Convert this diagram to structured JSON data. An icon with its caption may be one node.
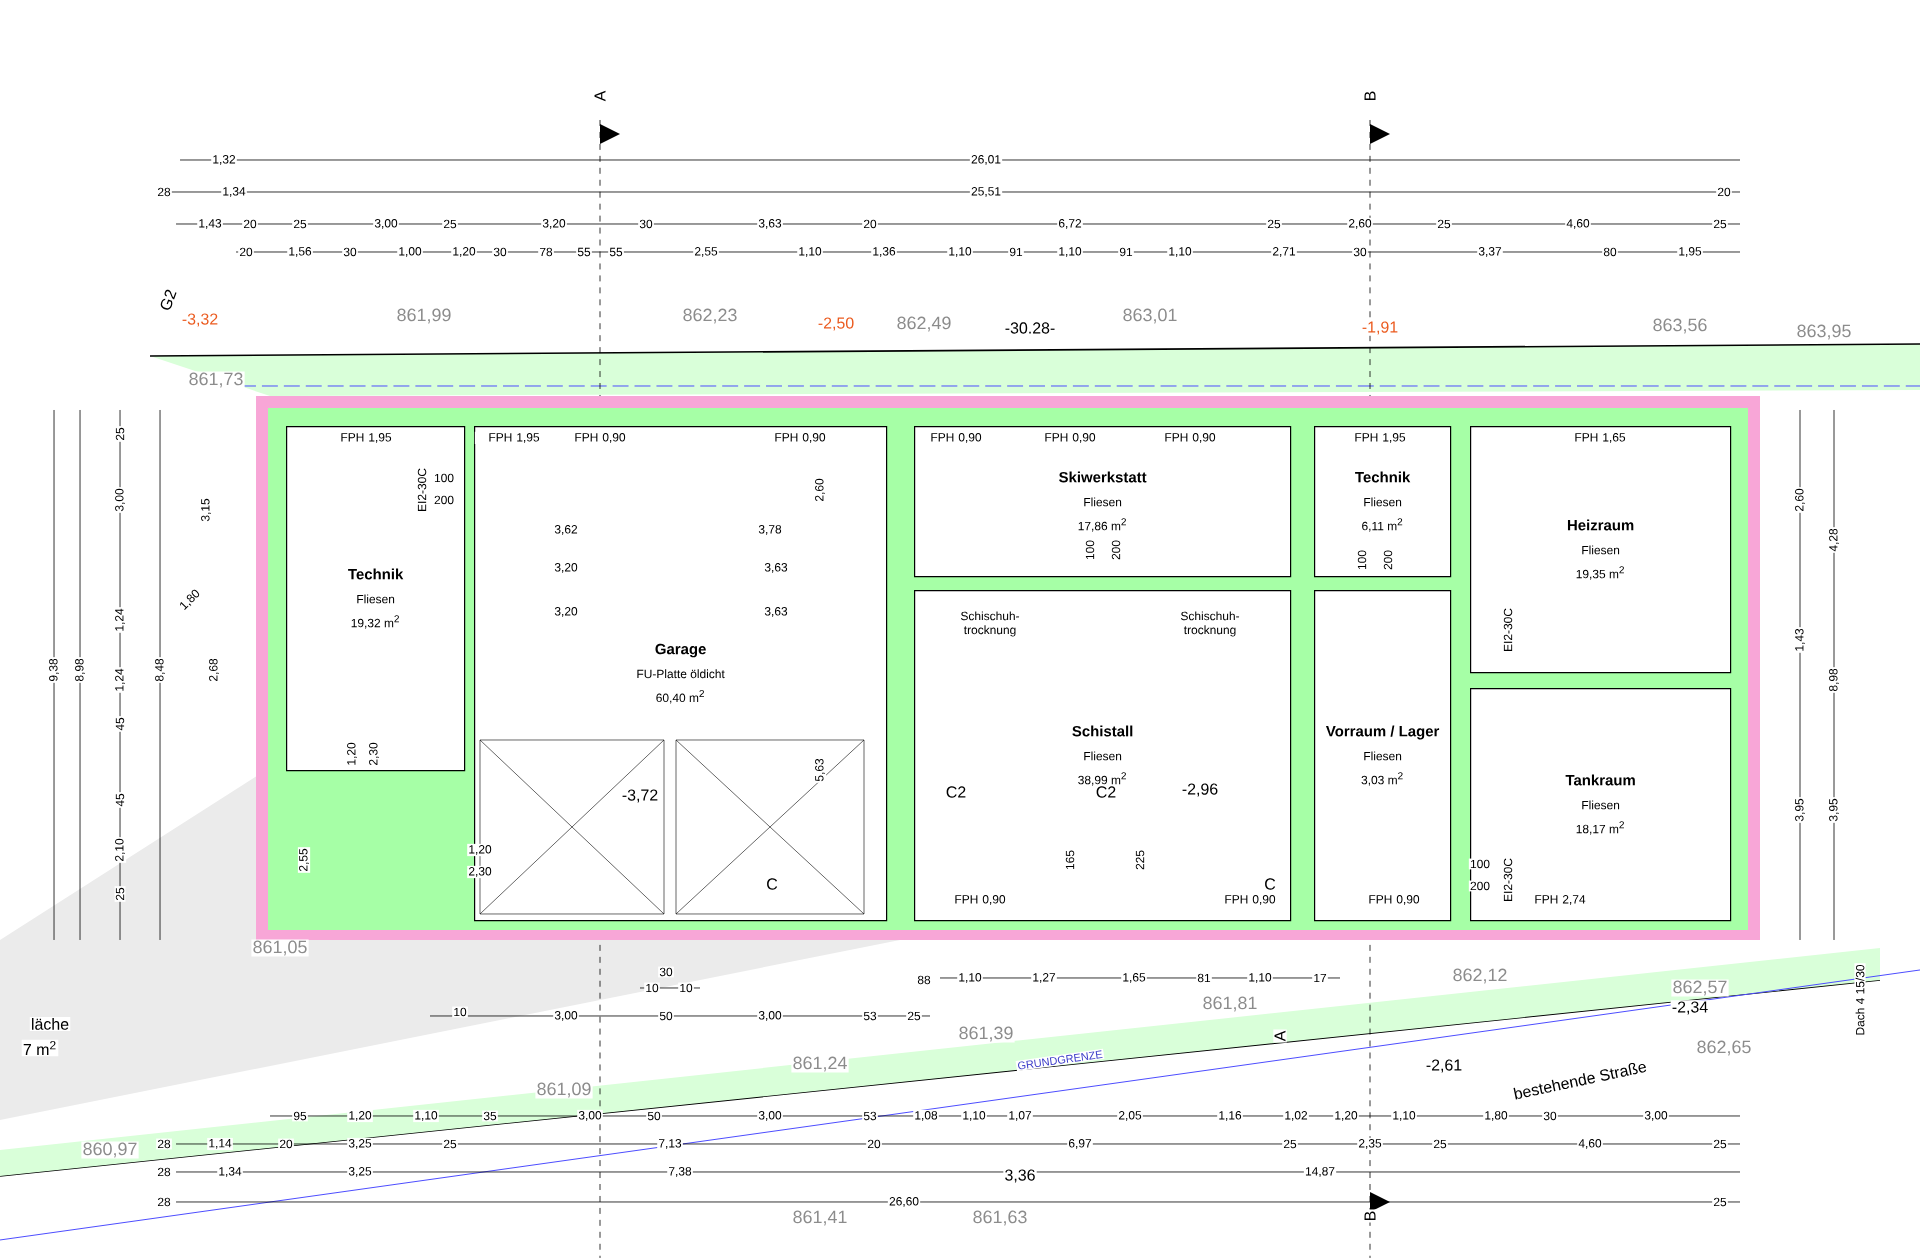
{
  "diagram": {
    "nodes": [
      {
        "text": [
          "Technik",
          "Fliesen",
          "19,32 m$^{2}$"
        ]
      },
      {
        "text": [
          "Garage",
          "FU-Platte öldicht",
          "60,40 m$^{2}$"
        ]
      },
      {
        "text": [
          "Skiwerkstatt",
          "Fliesen",
          "17,86 m$^{2}$"
        ]
      },
      {
        "text": [
          "Schistall",
          "Fliesen",
          "38,99 m$^{2}$"
        ]
      },
      {
        "text": [
          "Technik",
          "Fliesen",
          "6,11 m$^{2}$"
        ]
      },
      {
        "text": [
          "Heizraum",
          "Fliesen",
          "19,35 m$^{2}$"
        ]
      },
      {
        "text": [
          "Vorraum / Lager",
          "Fliesen",
          "3,03 m$^{2}$"
        ]
      },
      {
        "text": [
          "Tankraum",
          "Fliesen",
          "18,17 m$^{2}$"
        ]
      }
    ],
    "labels": [
      "A",
      "B",
      "1,32",
      "26,01",
      "28",
      "1,34",
      "25,51",
      "20",
      "1,43",
      "20",
      "25",
      "3,00",
      "25",
      "3,20",
      "30",
      "3,63",
      "20",
      "6,72",
      "25",
      "2,60",
      "25",
      "4,60",
      "25",
      "20",
      "1,56",
      "30",
      "1,00",
      "1,20",
      "30",
      "78",
      "55",
      "55",
      "2,55",
      "1,10",
      "1,36",
      "1,10",
      "91",
      "1,10",
      "91",
      "1,10",
      "2,71",
      "30",
      "3,37",
      "80",
      "1,95",
      "G2",
      "-3,32",
      "861,99",
      "862,23",
      "-2,50",
      "862,49",
      "-30.28-",
      "863,01",
      "-1,91",
      "863,56",
      "863,95",
      "861,73",
      "FPH 1,95",
      "FPH 1,95",
      "FPH 0,90",
      "FPH 0,90",
      "FPH 0,90",
      "FPH 0,90",
      "FPH 0,90",
      "FPH 1,95",
      "FPH 1,65",
      "100",
      "200",
      "EI2-30C",
      "3,62",
      "3,78",
      "3,20",
      "3,63",
      "3,20",
      "3,63",
      "2,60",
      "5,63",
      "-3,72",
      "Schischuh- trocknung",
      "Schischuh- trocknung",
      "100",
      "200",
      "100",
      "200",
      "EI2-30C",
      "C2",
      "C2",
      "-2,96",
      "165",
      "225",
      "C",
      "C",
      "100",
      "200",
      "EI2-30C",
      "FPH 0,90",
      "FPH 0,90",
      "FPH 0,90",
      "FPH 2,74",
      "1,20",
      "2,30",
      "2,55",
      "1,20",
      "2,30",
      "861,05",
      "läche",
      "7 m$^{2}$",
      "30",
      "10",
      "10",
      "10",
      "3,00",
      "50",
      "3,00",
      "53",
      "25",
      "88",
      "1,10",
      "1,27",
      "1,65",
      "81",
      "1,10",
      "17",
      "862,12",
      "862,57",
      "861,39",
      "861,81",
      "GRUNDGRENZE",
      "A",
      "-2,34",
      "862,65",
      "-2,61",
      "bestehende Straße",
      "Dach 4 15/30",
      "861,24",
      "861,09",
      "95",
      "1,20",
      "1,10",
      "35",
      "3,00",
      "50",
      "3,00",
      "53",
      "1,08",
      "1,10",
      "1,07",
      "2,05",
      "1,16",
      "1,02",
      "1,20",
      "1,10",
      "1,80",
      "30",
      "3,00",
      "28",
      "1,14",
      "20",
      "3,25",
      "25",
      "7,13",
      "20",
      "6,97",
      "25",
      "2,35",
      "25",
      "4,60",
      "25",
      "860,97",
      "28",
      "1,34",
      "3,25",
      "7,38",
      "3,36",
      "14,87",
      "28",
      "26,60",
      "861,41",
      "861,63",
      "25",
      "B",
      "9,38",
      "8,98",
      "8,48",
      "25",
      "3,00",
      "1,24",
      "1,24",
      "45",
      "45",
      "2,10",
      "25",
      "3,15",
      "1,80",
      "2,68",
      "2,60",
      "4,28",
      "1,43",
      "8,98",
      "3,95",
      "3,95"
    ]
  }
}
